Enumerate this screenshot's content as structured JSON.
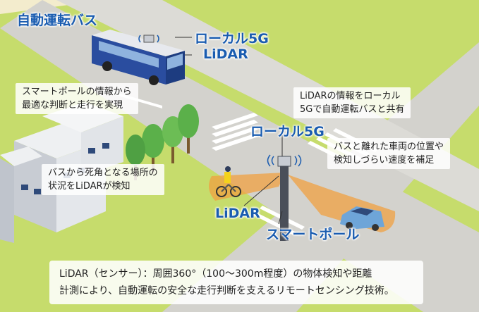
{
  "labels": {
    "bus_title": "自動運転バス",
    "bus_5g": "ローカル5G",
    "bus_lidar": "LiDAR",
    "pole_5g": "ローカル5G",
    "pole_lidar": "LiDAR",
    "smart_pole": "スマートポール"
  },
  "callouts": {
    "smartpole_info": [
      "スマートポールの情報から",
      "最適な判断と走行を実現"
    ],
    "lidar_share": [
      "LiDARの情報をローカル",
      "5Gで自動運転バスと共有"
    ],
    "supplement": [
      "バスと離れた車両の位置や",
      "検知しづらい速度を補足"
    ],
    "blindspot": [
      "バスから死角となる場所の",
      "状況をLiDARが検知"
    ]
  },
  "description": [
    "LiDAR（センサー）：周囲360°（100〜300m程度）の物体検知や距離",
    "計測により、自動運転の安全な走行判断を支えるリモートセンシング技術。"
  ],
  "colors": {
    "road": "#d3d2cd",
    "grass": "#c6dc6c",
    "accent_blue": "#1a5cb0",
    "beam_orange": "#f0a040"
  }
}
